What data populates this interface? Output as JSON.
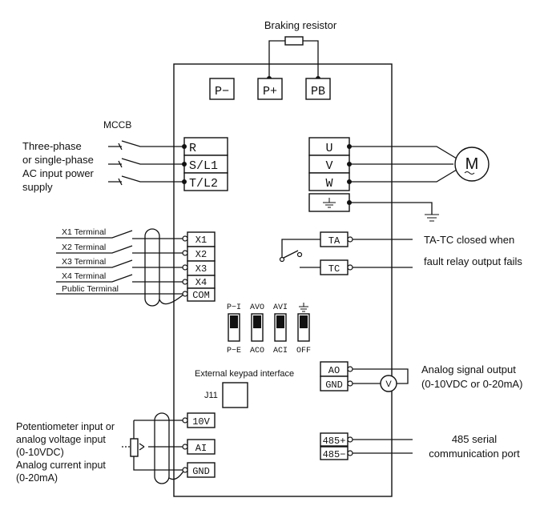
{
  "top": {
    "braking_resistor": "Braking resistor",
    "terminals": [
      "P−",
      "P+",
      "PB"
    ]
  },
  "power_input": {
    "mccb": "MCCB",
    "label_lines": [
      "Three-phase",
      "or single-phase",
      "AC input power",
      "supply"
    ],
    "terminals": [
      "R",
      "S/L1",
      "T/L2"
    ]
  },
  "motor": {
    "terminals": [
      "U",
      "V",
      "W"
    ],
    "motor_letter": "M"
  },
  "digital_inputs": {
    "labels": [
      "X1 Terminal",
      "X2 Terminal",
      "X3 Terminal",
      "X4 Terminal",
      "Public Terminal"
    ],
    "terminals": [
      "X1",
      "X2",
      "X3",
      "X4",
      "COM"
    ]
  },
  "relay": {
    "terminals": [
      "TA",
      "TC"
    ],
    "label_lines": [
      "TA-TC closed when",
      "fault relay output fails"
    ]
  },
  "switches": {
    "top_labels": [
      "P−I",
      "AVO",
      "AVI",
      "⏚"
    ],
    "bottom_labels": [
      "P−E",
      "ACO",
      "ACI",
      "OFF"
    ]
  },
  "analog_output": {
    "terminals": [
      "AO",
      "GND"
    ],
    "meter": "V",
    "label_lines": [
      "Analog signal output",
      "(0-10VDC or 0-20mA)"
    ]
  },
  "keypad": {
    "label": "External keypad interface",
    "connector": "J11"
  },
  "analog_input": {
    "terminals": [
      "10V",
      "AI",
      "GND"
    ],
    "label_lines": [
      "Potentiometer input or",
      "analog voltage input",
      "(0-10VDC)",
      "Analog current input",
      "(0-20mA)"
    ]
  },
  "rs485": {
    "terminals": [
      "485+",
      "485−"
    ],
    "label_lines": [
      "485 serial",
      "communication port"
    ]
  }
}
